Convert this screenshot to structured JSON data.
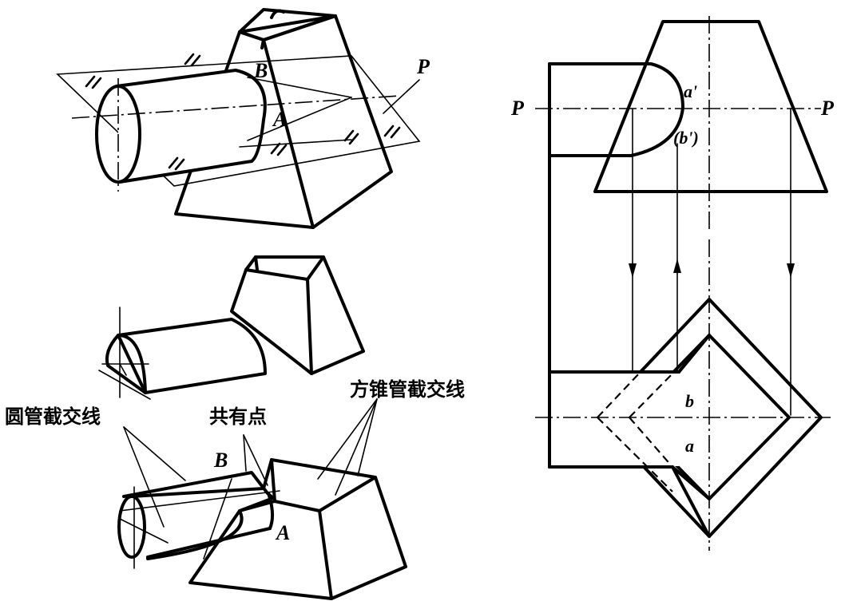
{
  "labels": {
    "B": "B",
    "A": "A",
    "P": "P",
    "a_prime": "a'",
    "b_prime": "(b')",
    "b": "b",
    "a": "a"
  },
  "annotations": {
    "round_pipe_line": "圆管截交线",
    "common_point": "共有点",
    "square_cone_line": "方锥管截交线"
  },
  "colors": {
    "ink": "#000000",
    "paper": "#ffffff"
  }
}
